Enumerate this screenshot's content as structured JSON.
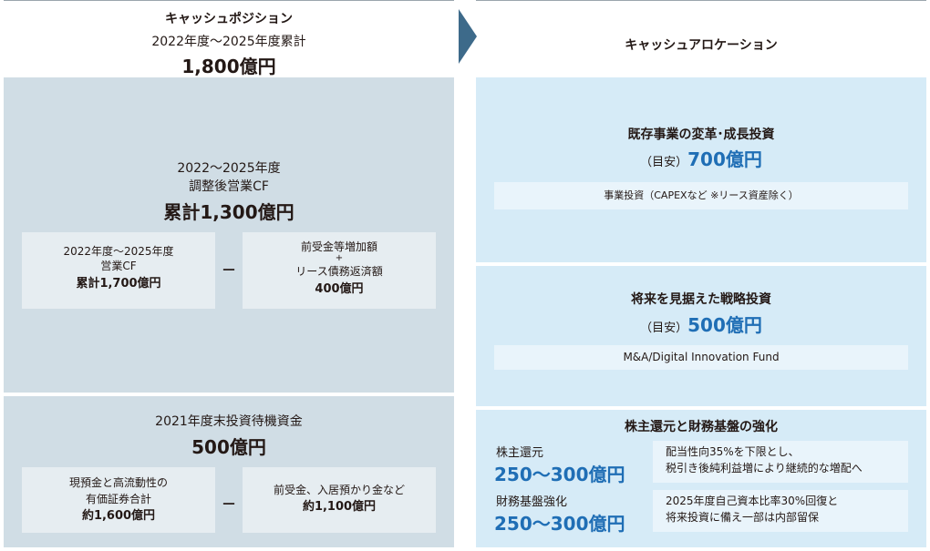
{
  "left_header": {
    "title": "キャッシュポジション",
    "period": "2022年度〜2025年度累計",
    "total": "1,800億円"
  },
  "right_header": {
    "title": "キャッシュアロケーション"
  },
  "adjusted_cf": {
    "line1": "2022〜2025年度",
    "line2": "調整後営業CF",
    "total": "累計1,300億円",
    "box1": {
      "line1": "2022年度〜2025年度",
      "line2": "営業CF",
      "line3": "累計1,700億円"
    },
    "operator": "－",
    "box2": {
      "line1": "前受金等増加額",
      "line2": "+",
      "line3": "リース債務返済額",
      "line4": "400億円"
    }
  },
  "standby_funds": {
    "title": "2021年度末投資待機資金",
    "total": "500億円",
    "box1": {
      "line1": "現預金と高流動性の",
      "line2": "有価証券合計",
      "line3": "約1,600億円"
    },
    "operator": "－",
    "box2": {
      "line1": "前受金、入居預かり金など",
      "line2": "約1,100億円"
    }
  },
  "investment": {
    "title": "既存事業の変革･成長投資",
    "prefix": "（目安）",
    "amount": "700億円",
    "note": "事業投資（CAPEXなど ※リース資産除く）"
  },
  "strategic": {
    "title": "将来を見据えた戦略投資",
    "prefix": "（目安）",
    "amount": "500億円",
    "note": "M&A/Digital Innovation Fund"
  },
  "shareholder": {
    "title": "株主還元と財務基盤の強化",
    "return_label": "株主還元",
    "return_amount": "250〜300億円",
    "return_desc1": "配当性向35%を下限とし、",
    "return_desc2": "税引き後純利益増により継続的な増配へ",
    "finance_label": "財務基盤強化",
    "finance_amount": "250〜300億円",
    "finance_desc1": "2025年度自己資本比率30%回復と",
    "finance_desc2": "将来投資に備え一部は内部留保"
  },
  "colors": {
    "left_panel": "#d0dde5",
    "right_panel": "#d6ebf7",
    "accent_blue": "#1f6eb5",
    "arrow": "#3d6a8a"
  }
}
